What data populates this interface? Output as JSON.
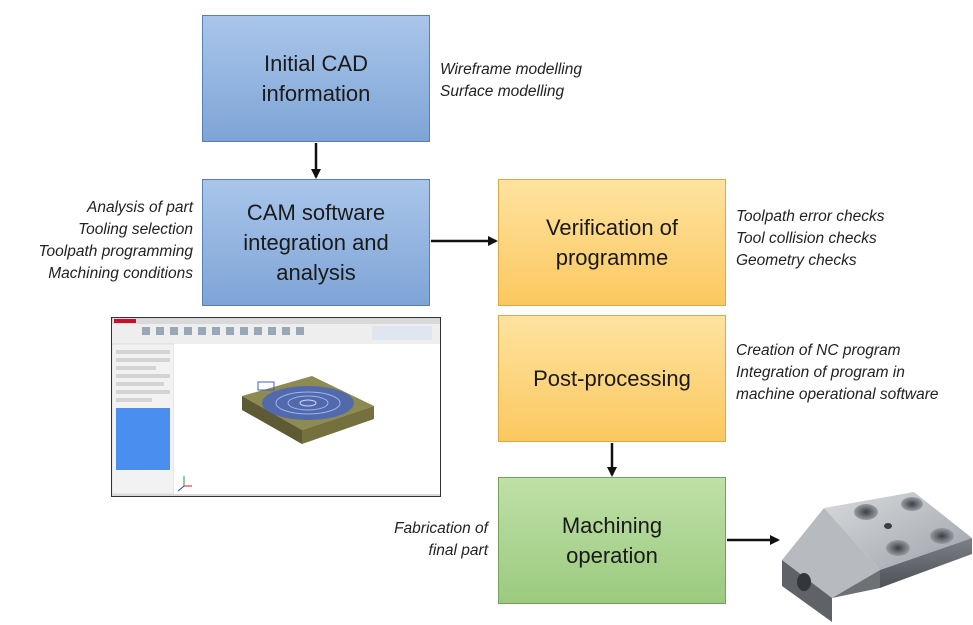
{
  "boxes": {
    "cad": "Initial CAD\ninformation",
    "cam": "CAM software\nintegration and\nanalysis",
    "verify": "Verification of\nprogramme",
    "post": "Post-processing",
    "machining": "Machining\noperation"
  },
  "notes": {
    "cad": "Wireframe modelling\nSurface modelling",
    "cam": "Analysis of part\nTooling selection\nToolpath programming\nMachining conditions",
    "verify": "Toolpath error checks\nTool collision checks\nGeometry checks",
    "post": "Creation of NC program\nIntegration of program in\nmachine operational software",
    "machining": "Fabrication of\nfinal part"
  },
  "colors": {
    "blue_box": "#8fb2df",
    "orange_box": "#fdd27a",
    "green_box": "#a8d18c",
    "arrow": "#111111"
  }
}
